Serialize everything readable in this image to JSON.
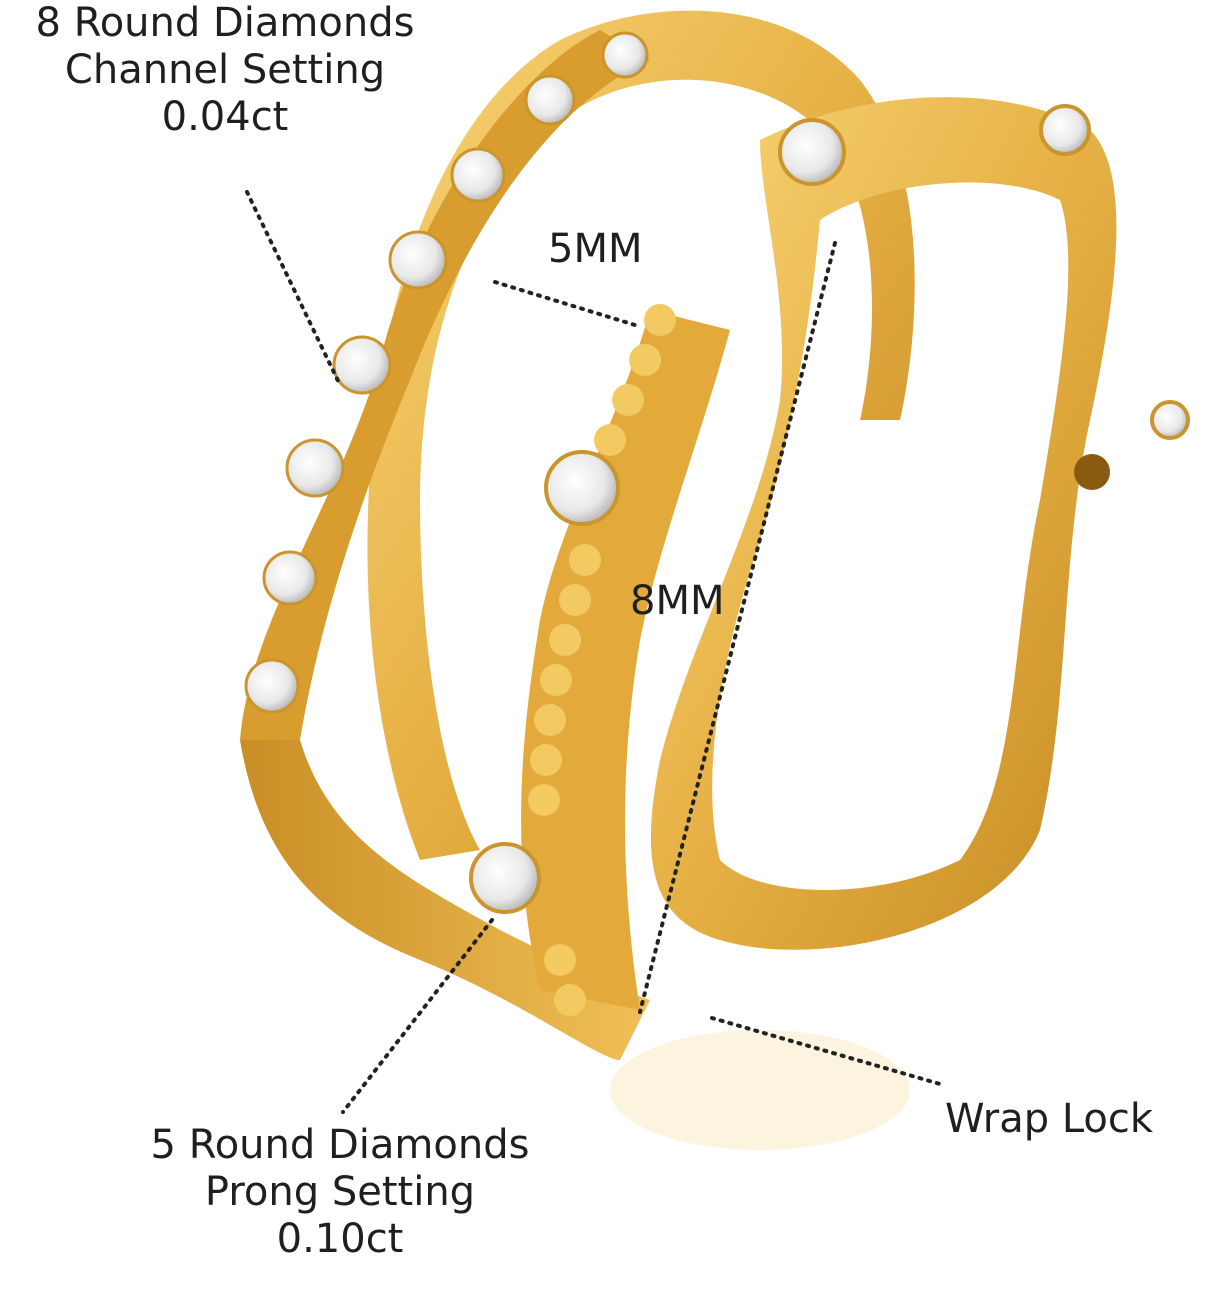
{
  "labels": {
    "top_line1": "8 Round Diamonds",
    "top_line2": "Channel Setting",
    "top_line3": "0.04ct",
    "width_5mm": "5MM",
    "width_8mm": "8MM",
    "bottom_line1": "5 Round Diamonds",
    "bottom_line2": "Prong Setting",
    "bottom_line3": "0.10ct",
    "wrap_lock": "Wrap Lock"
  },
  "colors": {
    "background": "#ffffff",
    "gold_light": "#f6cf6a",
    "gold_mid": "#e4ad3a",
    "gold_dark": "#b87f1c",
    "diamond": "#f2f2f2",
    "text": "#1f1f1f"
  }
}
